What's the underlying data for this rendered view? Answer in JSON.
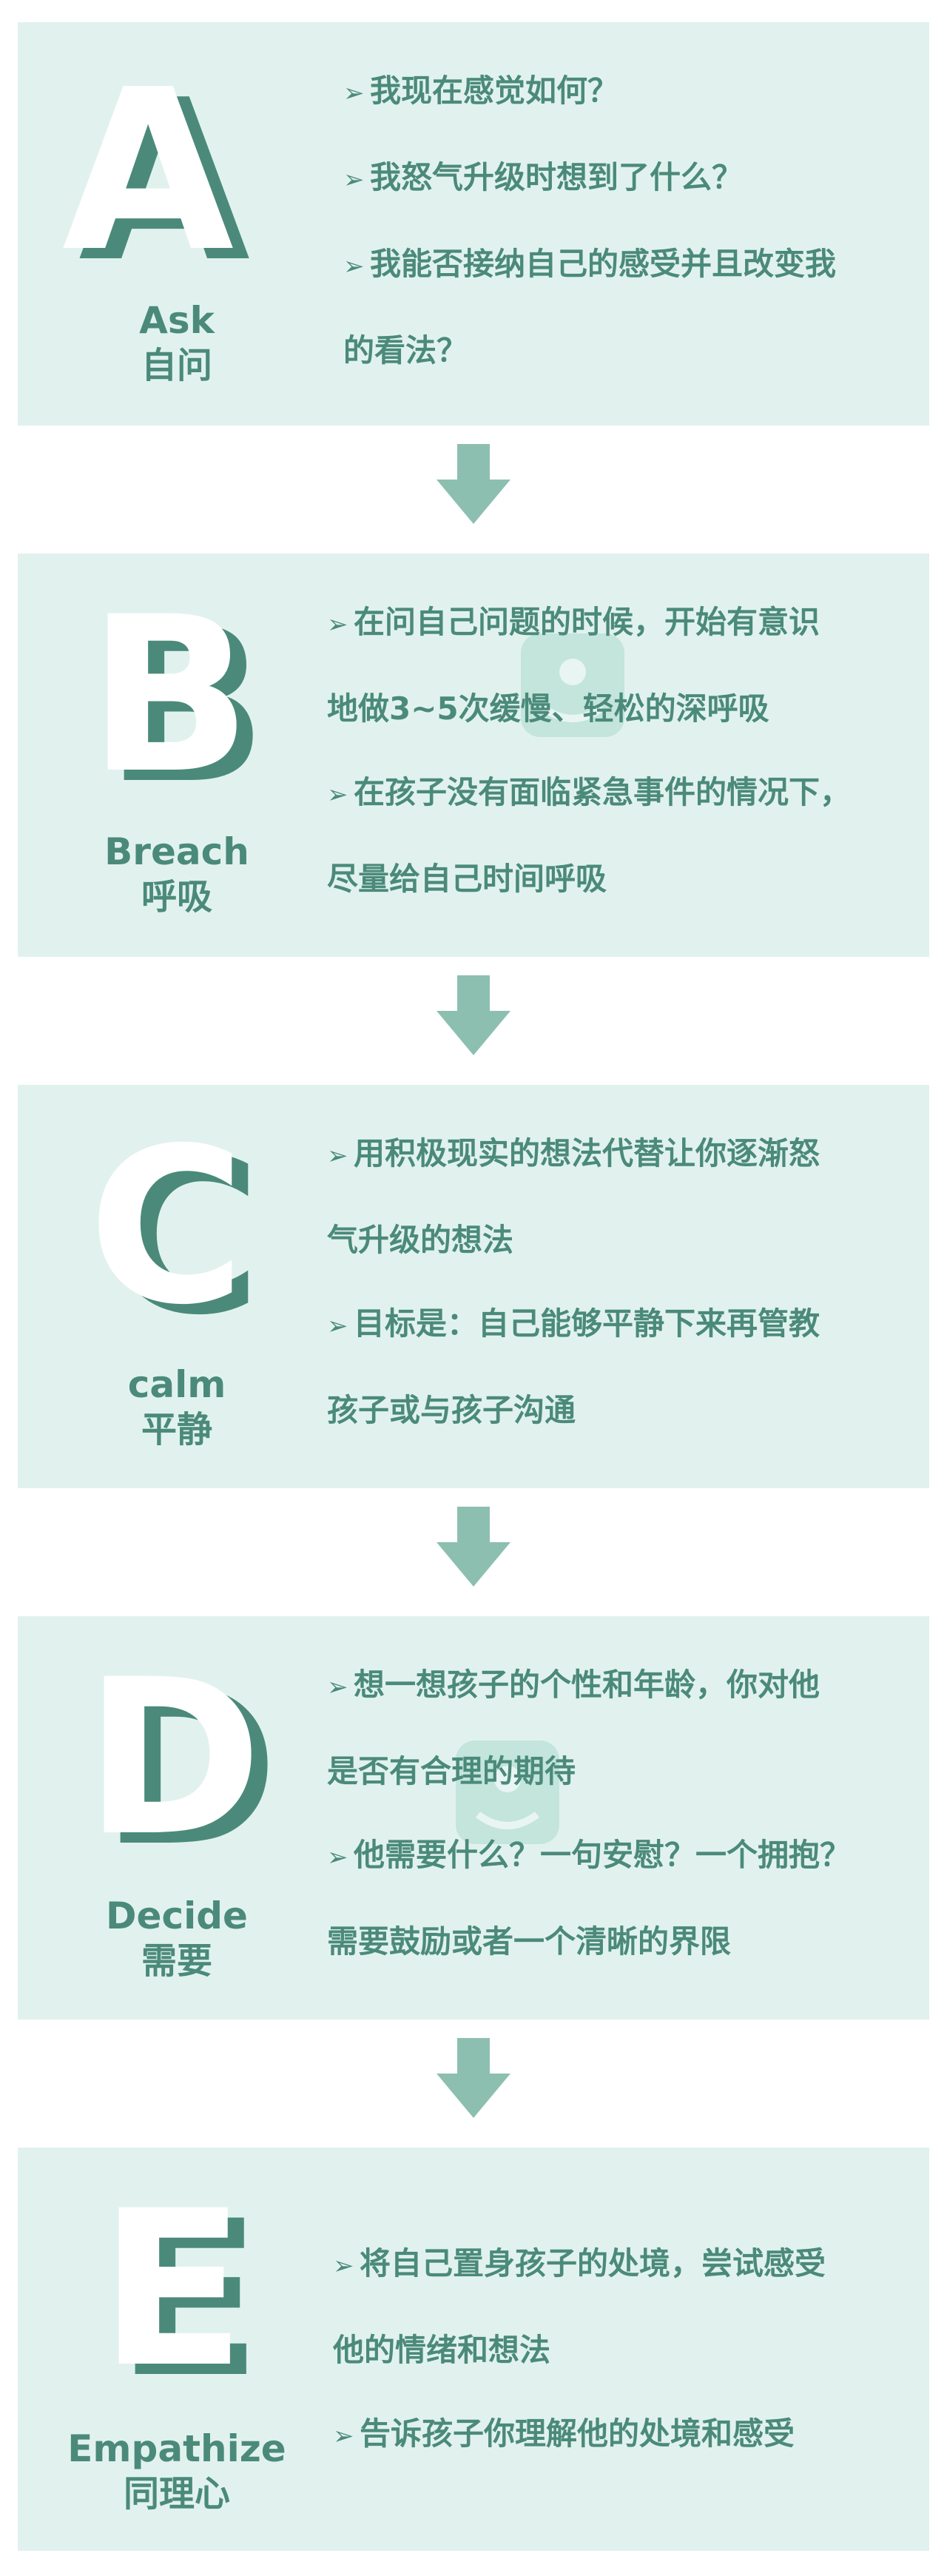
{
  "sections": [
    {
      "letter": "A",
      "en": "Ask",
      "zh": "自问",
      "bullet_mark": "➢",
      "lines": [
        "我现在感觉如何？",
        "我怒气升级时想到了什么？",
        "我能否接纳自己的感受并且改变我",
        "的看法？"
      ]
    },
    {
      "letter": "B",
      "en": "Breach",
      "zh": "呼吸",
      "bullet_mark": "➢",
      "lines": [
        "在问自己问题的时候，开始有意识",
        "地做3~5次缓慢、轻松的深呼吸",
        "在孩子没有面临紧急事件的情况下，",
        "尽量给自己时间呼吸"
      ]
    },
    {
      "letter": "C",
      "en": "calm",
      "zh": "平静",
      "bullet_mark": "➢",
      "lines": [
        "用积极现实的想法代替让你逐渐怒",
        "气升级的想法",
        "目标是：自己能够平静下来再管教",
        "孩子或与孩子沟通"
      ]
    },
    {
      "letter": "D",
      "en": "Decide",
      "zh": "需要",
      "bullet_mark": "➢",
      "lines": [
        "想一想孩子的个性和年龄，你对他",
        "是否有合理的期待",
        "他需要什么？一句安慰？一个拥抱？",
        "需要鼓励或者一个清晰的界限"
      ]
    },
    {
      "letter": "E",
      "en": "Empathize",
      "zh": "同理心",
      "bullet_mark": "➢",
      "lines": [
        "将自己置身孩子的处境，尝试感受",
        "他的情绪和想法",
        "告诉孩子你理解他的处境和感受"
      ]
    }
  ],
  "colors": {
    "card_bg": "#e1f2ee",
    "accent": "#4b8a7a",
    "arrow": "#8dbfb0",
    "letter_front": "#ffffff"
  },
  "icons": {
    "arrow": "arrow-down-icon",
    "bullet": "triangle-bullet-icon",
    "watermark": "watermark-logo-icon"
  }
}
